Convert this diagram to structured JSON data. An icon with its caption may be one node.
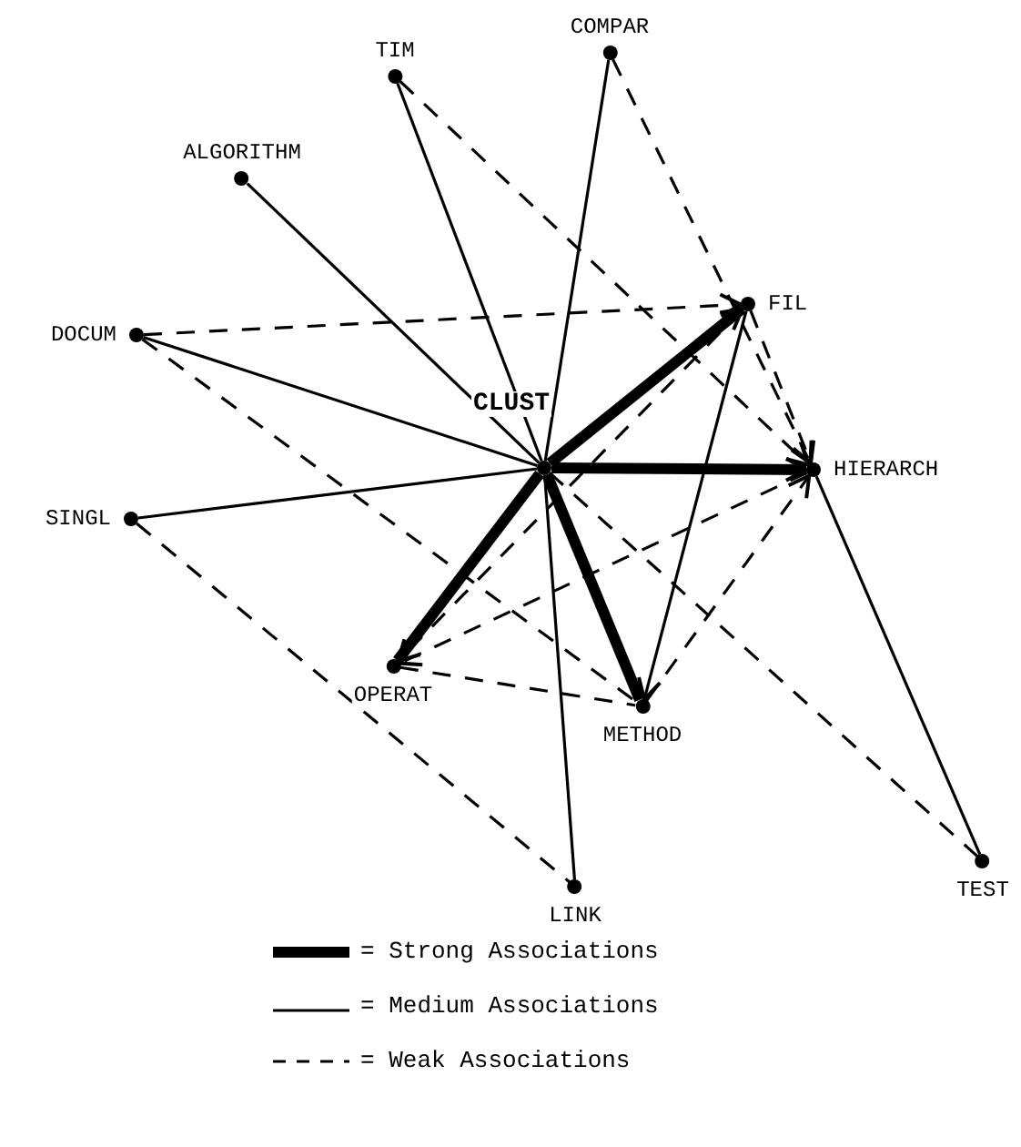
{
  "diagram": {
    "nodes": [
      {
        "text": [
          "CLUST"
        ]
      },
      {
        "text": [
          "TIM"
        ]
      },
      {
        "text": [
          "COMPAR"
        ]
      },
      {
        "text": [
          "ALGORITHM"
        ]
      },
      {
        "text": [
          "DOCUM"
        ]
      },
      {
        "text": [
          "FIL"
        ]
      },
      {
        "text": [
          "HIERARCH"
        ]
      },
      {
        "text": [
          "SINGL"
        ]
      },
      {
        "text": [
          "OPERAT"
        ]
      },
      {
        "text": [
          "METHOD"
        ]
      },
      {
        "text": [
          "LINK"
        ]
      },
      {
        "text": [
          "TEST"
        ]
      }
    ],
    "edges": [
      {
        "from": 0,
        "to": 5,
        "arrow": "to",
        "style": "thick"
      },
      {
        "from": 0,
        "to": 6,
        "arrow": "to",
        "style": "thick"
      },
      {
        "from": 0,
        "to": 8,
        "arrow": "none",
        "style": "thick"
      },
      {
        "from": 0,
        "to": 9,
        "arrow": "none",
        "style": "thick"
      },
      {
        "from": 0,
        "to": 1,
        "arrow": "none"
      },
      {
        "from": 0,
        "to": 2,
        "arrow": "none"
      },
      {
        "from": 0,
        "to": 3,
        "arrow": "none"
      },
      {
        "from": 0,
        "to": 4,
        "arrow": "none"
      },
      {
        "from": 0,
        "to": 7,
        "arrow": "none"
      },
      {
        "from": 0,
        "to": 10,
        "arrow": "none"
      },
      {
        "from": 5,
        "to": 9,
        "arrow": "to"
      },
      {
        "from": 6,
        "to": 11,
        "arrow": "none"
      },
      {
        "from": 4,
        "to": 5,
        "arrow": "to",
        "style": "dashed"
      },
      {
        "from": 1,
        "to": 6,
        "arrow": "to",
        "style": "dashed"
      },
      {
        "from": 2,
        "to": 6,
        "arrow": "to",
        "style": "dashed"
      },
      {
        "from": 5,
        "to": 6,
        "arrow": "to",
        "style": "dashed"
      },
      {
        "from": 4,
        "to": 9,
        "arrow": "none",
        "style": "dashed"
      },
      {
        "from": 7,
        "to": 10,
        "arrow": "none",
        "style": "dashed"
      },
      {
        "from": 0,
        "to": 11,
        "arrow": "none",
        "style": "dashed"
      },
      {
        "from": 8,
        "to": 9,
        "arrow": "none",
        "style": "dashed"
      },
      {
        "from": 9,
        "to": 6,
        "arrow": "to",
        "style": "dashed"
      },
      {
        "from": 6,
        "to": 8,
        "arrow": "to",
        "style": "dashed"
      },
      {
        "from": 5,
        "to": 8,
        "arrow": "to",
        "style": "dashed"
      }
    ],
    "legend": [
      {
        "text": "= Strong Associations"
      },
      {
        "text": "= Medium Associations"
      },
      {
        "text": "= Weak Associations"
      }
    ]
  }
}
